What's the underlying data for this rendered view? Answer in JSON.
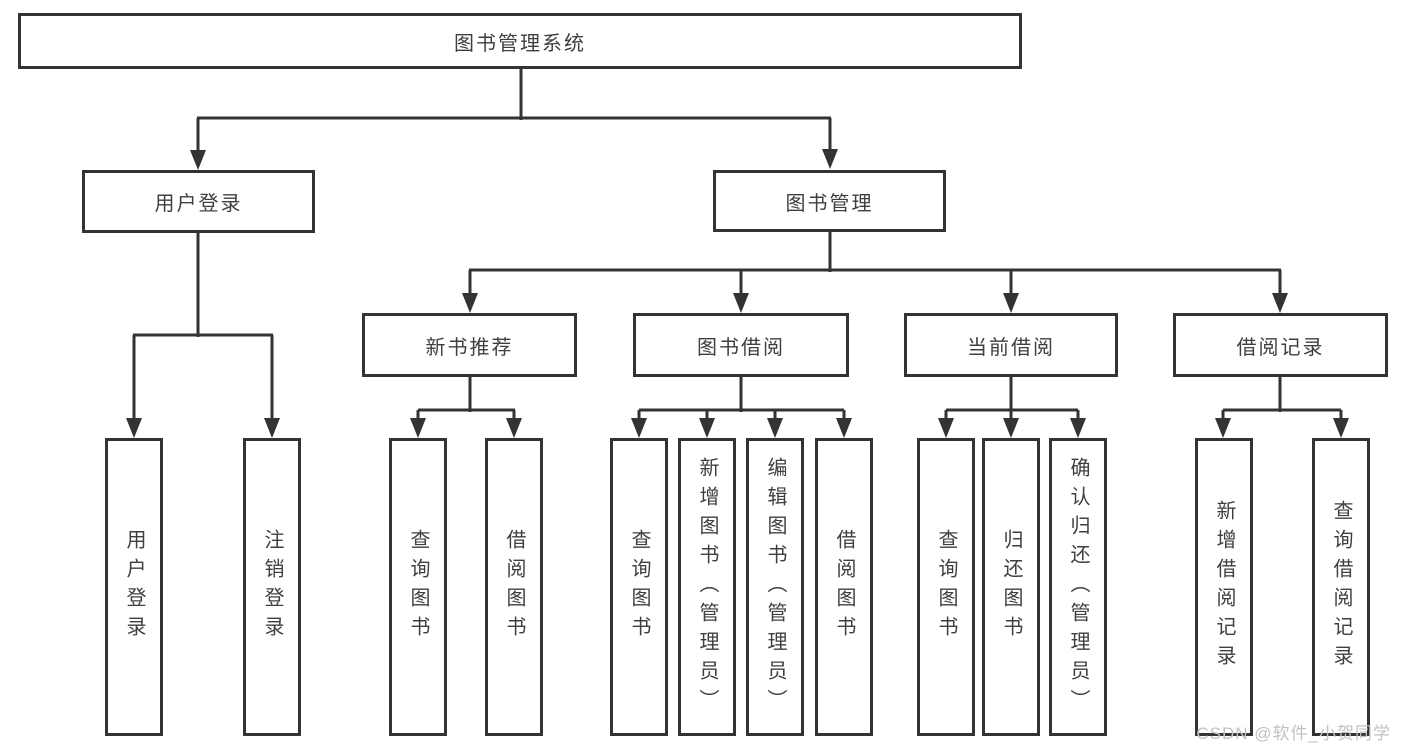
{
  "colors": {
    "line": "#333333",
    "text": "#3f3f3f",
    "background": "#ffffff",
    "watermark": "#c2c2c2"
  },
  "watermark": {
    "text": "CSDN @软件_小贺同学"
  },
  "tree": {
    "root": {
      "label": "图书管理系统"
    },
    "children": [
      {
        "label": "用户登录",
        "children": [
          {
            "label": "用户登录"
          },
          {
            "label": "注销登录"
          }
        ]
      },
      {
        "label": "图书管理",
        "children": [
          {
            "label": "新书推荐",
            "children": [
              {
                "label": "查询图书"
              },
              {
                "label": "借阅图书"
              }
            ]
          },
          {
            "label": "图书借阅",
            "children": [
              {
                "label": "查询图书"
              },
              {
                "label": "新增图书（管理员）"
              },
              {
                "label": "编辑图书（管理员）"
              },
              {
                "label": "借阅图书"
              }
            ]
          },
          {
            "label": "当前借阅",
            "children": [
              {
                "label": "查询图书"
              },
              {
                "label": "归还图书"
              },
              {
                "label": "确认归还（管理员）"
              }
            ]
          },
          {
            "label": "借阅记录",
            "children": [
              {
                "label": "新增借阅记录"
              },
              {
                "label": "查询借阅记录"
              }
            ]
          }
        ]
      }
    ]
  }
}
